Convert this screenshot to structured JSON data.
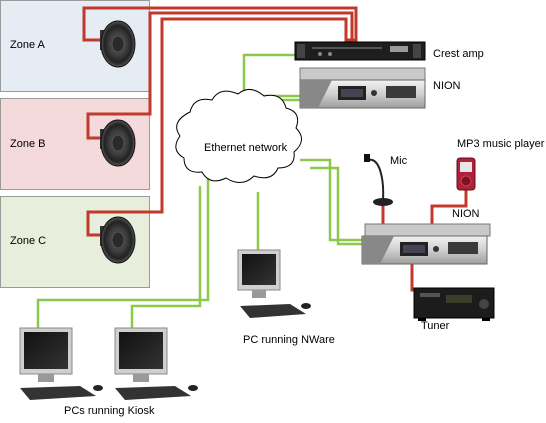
{
  "zones": {
    "a": "Zone A",
    "b": "Zone B",
    "c": "Zone C"
  },
  "labels": {
    "crest_amp": "Crest amp",
    "nion_top": "NION",
    "ethernet": "Ethernet network",
    "mp3": "MP3 music player",
    "mic": "Mic",
    "nion_bottom": "NION",
    "tuner": "Tuner",
    "pc_nware": "PC running NWare",
    "pcs_kiosk": "PCs running Kiosk"
  },
  "colors": {
    "audio_wire": "#c0392b",
    "network_wire": "#8cc84b",
    "zone_a": "#e6ecf4",
    "zone_b": "#f4dada",
    "zone_c": "#e8eedc"
  }
}
